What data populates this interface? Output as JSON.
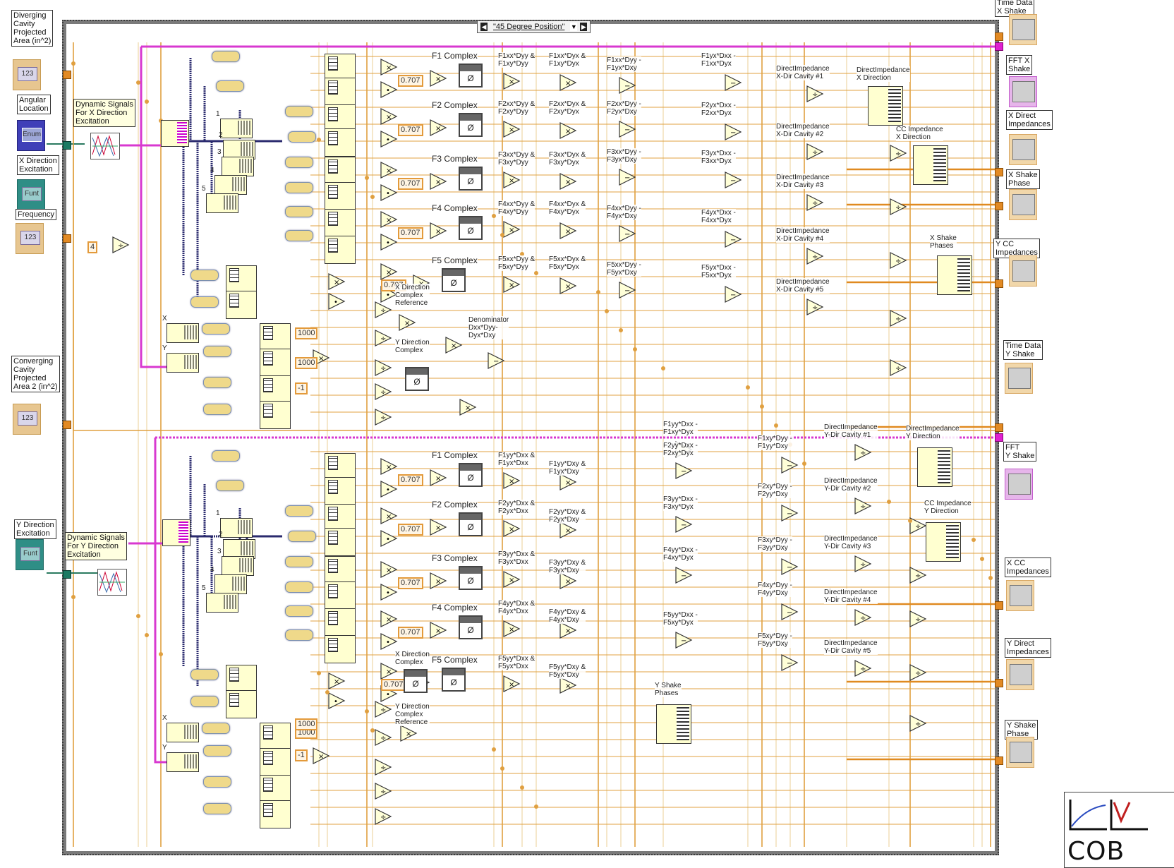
{
  "case_selector": {
    "label": "\"45 Degree Position\"",
    "left_arrow": "◀",
    "right_arrow": "▶",
    "dropdown": "▼"
  },
  "controls": [
    {
      "name": "diverging-area",
      "label": "Diverging\nCavity\nProjected\nArea (in^2)",
      "value": "123",
      "style": "orange"
    },
    {
      "name": "angular-location",
      "label": "Angular\nLocation",
      "value": "Enum",
      "style": "blue"
    },
    {
      "name": "x-direction-excitation",
      "label": "X Direction\nExcitation",
      "value": "Funt",
      "style": "teal"
    },
    {
      "name": "frequency",
      "label": "Frequency",
      "value": "123",
      "style": "orange"
    },
    {
      "name": "converging-area",
      "label": "Converging\nCavity\nProjected\nArea 2 (in^2)",
      "value": "123",
      "style": "orange"
    },
    {
      "name": "y-direction-excitation",
      "label": "Y Direction\nExcitation",
      "value": "Funt",
      "style": "teal"
    }
  ],
  "indicators": [
    {
      "name": "time-data-x-shake",
      "label": "Time Data\nX Shake",
      "style": "orange"
    },
    {
      "name": "fft-x-shake",
      "label": "FFT X\nShake",
      "style": "pink"
    },
    {
      "name": "x-direct-impedances",
      "label": "X Direct\nImpedances",
      "style": "orange"
    },
    {
      "name": "x-shake-phase",
      "label": "X Shake\nPhase",
      "style": "orange"
    },
    {
      "name": "y-cc-impedances",
      "label": "Y CC\nImpedances",
      "style": "orange"
    },
    {
      "name": "time-data-y-shake",
      "label": "Time Data\nY Shake",
      "style": "orange"
    },
    {
      "name": "fft-y-shake",
      "label": "FFT\nY Shake",
      "style": "pink"
    },
    {
      "name": "x-cc-impedances",
      "label": "X CC\nImpedances",
      "style": "orange"
    },
    {
      "name": "y-direct-impedances",
      "label": "Y Direct\nImpedances",
      "style": "orange"
    },
    {
      "name": "y-shake-phase",
      "label": "Y Shake\nPhase",
      "style": "orange"
    }
  ],
  "express_vis": [
    {
      "label": "Dynamic Signals\nFor X Direction\nExcitation"
    },
    {
      "label": "Dynamic Signals\nFor Y Direction\nExcitation"
    }
  ],
  "constants": {
    "gain": "0.707",
    "scale": "1000",
    "neg_one": "-1",
    "four": "4"
  },
  "x_section": {
    "complex_labels": [
      "F1 Complex",
      "F2 Complex",
      "F3 Complex",
      "F4 Complex",
      "F5 Complex"
    ],
    "product_labels_a": [
      "F1xx*Dyy &\nF1xy*Dyy",
      "F2xx*Dyy &\nF2xy*Dyy",
      "F3xx*Dyy &\nF3xy*Dyy",
      "F4xx*Dyy &\nF4xy*Dyy",
      "F5xx*Dyy &\nF5xy*Dyy"
    ],
    "product_labels_b": [
      "F1xx*Dyx &\nF1xy*Dyx",
      "F2xx*Dyx &\nF2xy*Dyx",
      "F3xx*Dyx &\nF3xy*Dyx",
      "F4xx*Dyx &\nF4xy*Dyx",
      "F5xx*Dyx &\nF5xy*Dyx"
    ],
    "diff_labels_a": [
      "F1xx*Dyy -\nF1yx*Dxy",
      "F2xx*Dyy -\nF2yx*Dxy",
      "F3xx*Dyy -\nF3yx*Dxy",
      "F4xx*Dyy -\nF4yx*Dxy",
      "F5xx*Dyy -\nF5yx*Dxy"
    ],
    "diff_labels_b": [
      "F1yx*Dxx -\nF1xx*Dyx",
      "F2yx*Dxx -\nF2xx*Dyx",
      "F3yx*Dxx -\nF3xx*Dyx",
      "F4yx*Dxx -\nF4xx*Dyx",
      "F5yx*Dxx -\nF5xx*Dyx"
    ],
    "cavity_labels": [
      "DirectImpedance\nX-Dir Cavity #1",
      "DirectImpedance\nX-Dir Cavity #2",
      "DirectImpedance\nX-Dir Cavity #3",
      "DirectImpedance\nX-Dir Cavity #4",
      "DirectImpedance\nX-Dir Cavity #5"
    ],
    "direct_bundle": "DirectImpedance\nX Direction",
    "cc_bundle": "CC Impedance\nX Direction",
    "phases": "X Shake\nPhases",
    "ref_label": "X Direction\nComplex\nReference",
    "other_label": "Y Direction\nComplex",
    "denominator": "Denominator\nDxx*Dyy-\nDyx*Dxy",
    "index_labels": [
      "1",
      "2",
      "3",
      "4",
      "5",
      "X",
      "Y"
    ]
  },
  "y_section": {
    "complex_labels": [
      "F1 Complex",
      "F2 Complex",
      "F3 Complex",
      "F4 Complex",
      "F5 Complex"
    ],
    "product_labels_a": [
      "F1yy*Dxx &\nF1yx*Dxx",
      "F2yy*Dxx &\nF2yx*Dxx",
      "F3yy*Dxx &\nF3yx*Dxx",
      "F4yy*Dxx &\nF4yx*Dxx",
      "F5yy*Dxx &\nF5yx*Dxx"
    ],
    "product_labels_b": [
      "F1yy*Dxy &\nF1yx*Dxy",
      "F2yy*Dxy &\nF2yx*Dxy",
      "F3yy*Dxy &\nF3yx*Dxy",
      "F4yy*Dxy &\nF4yx*Dxy",
      "F5yy*Dxy &\nF5yx*Dxy"
    ],
    "diff_labels_a": [
      "F1yy*Dxx -\nF1xy*Dyx",
      "F2yy*Dxx -\nF2xy*Dyx",
      "F3yy*Dxx -\nF3xy*Dyx",
      "F4yy*Dxx -\nF4xy*Dyx",
      "F5yy*Dxx -\nF5xy*Dyx"
    ],
    "diff_labels_b": [
      "F1xy*Dyy -\nF1yy*Dxy",
      "F2xy*Dyy -\nF2yy*Dxy",
      "F3xy*Dyy -\nF3yy*Dxy",
      "F4xy*Dyy -\nF4yy*Dxy",
      "F5xy*Dyy -\nF5yy*Dxy"
    ],
    "cavity_labels": [
      "DirectImpedance\nY-Dir Cavity #1",
      "DirectImpedance\nY-Dir Cavity #2",
      "DirectImpedance\nY-Dir Cavity #3",
      "DirectImpedance\nY-Dir Cavity #4",
      "DirectImpedance\nY-Dir Cavity #5"
    ],
    "direct_bundle": "DirectImpedance\nY Direction",
    "cc_bundle": "CC Impedance\nY Direction",
    "phases": "Y Shake\nPhases",
    "ref_label": "X Direction\nComplex",
    "other_label": "Y Direction\nComplex\nReference",
    "index_labels": [
      "1",
      "2",
      "3",
      "4",
      "5",
      "X",
      "Y"
    ]
  },
  "operators": {
    "multiply": "×",
    "divide": "÷",
    "subtract": "−",
    "negate": "•"
  },
  "complex_symbol": "Ø",
  "logo": {
    "text": "COB"
  },
  "wire_colors": {
    "numeric": "#e0a040",
    "numeric_light": "#eed7a6",
    "dynamic": "#d838d0",
    "cluster": "#2a2a6e",
    "enum": "#2a7a60"
  }
}
